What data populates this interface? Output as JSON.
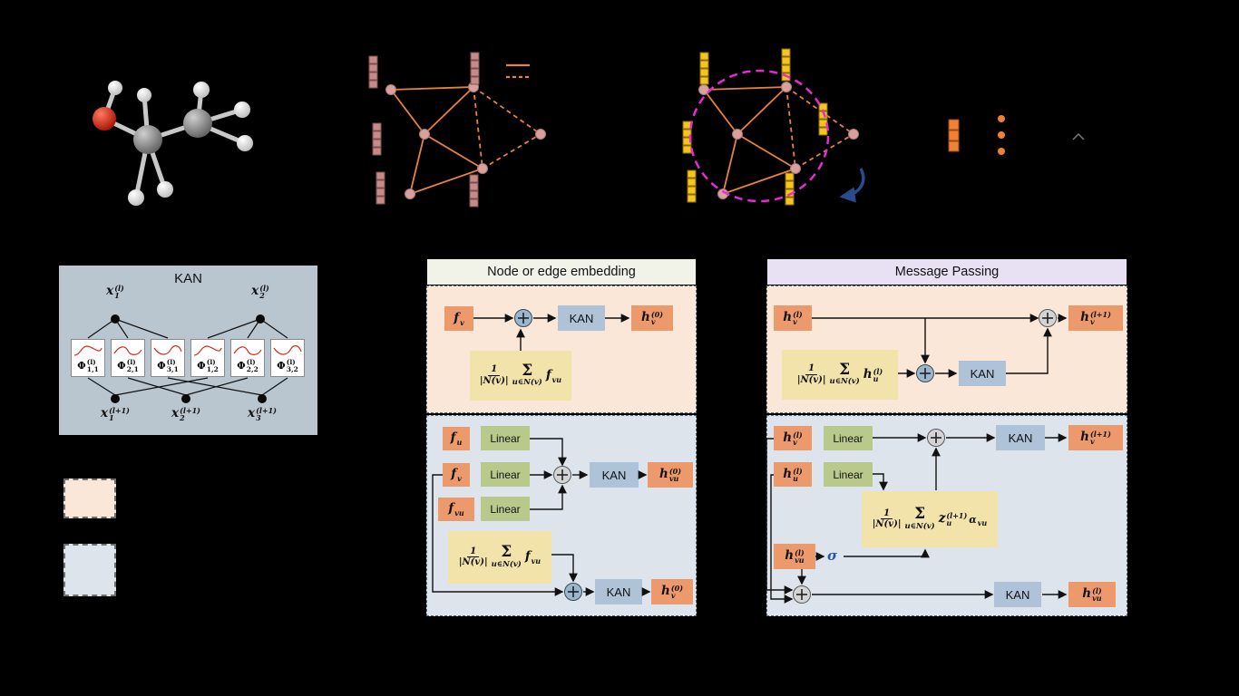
{
  "figure": {
    "background": "#000000"
  },
  "molecule": {
    "name": "ethanol-ball-stick-model"
  },
  "graphs": {
    "node_color": "#d9a19e",
    "edge_color": "#e8823c",
    "feature_bar_pink": "#c58b8b",
    "feature_bar_yellow": "#f6c51d",
    "feature_bar_orange": "#f08033",
    "highlight_magenta": "#e62ad4"
  },
  "ops": {
    "sum": "Σ"
  },
  "kan_panel": {
    "title": "KAN",
    "inputs": [
      {
        "base": "x",
        "sub": "1",
        "sup": "(l)"
      },
      {
        "base": "x",
        "sub": "2",
        "sup": "(l)"
      }
    ],
    "phi_boxes": [
      {
        "base": "Φ",
        "sub": "1,1",
        "sup": "(l)"
      },
      {
        "base": "Φ",
        "sub": "2,1",
        "sup": "(l)"
      },
      {
        "base": "Φ",
        "sub": "3,1",
        "sup": "(l)"
      },
      {
        "base": "Φ",
        "sub": "1,2",
        "sup": "(l)"
      },
      {
        "base": "Φ",
        "sub": "2,2",
        "sup": "(l)"
      },
      {
        "base": "Φ",
        "sub": "3,2",
        "sup": "(l)"
      }
    ],
    "outputs": [
      {
        "base": "x",
        "sub": "1",
        "sup": "(l+1)"
      },
      {
        "base": "x",
        "sub": "2",
        "sup": "(l+1)"
      },
      {
        "base": "x",
        "sub": "3",
        "sup": "(l+1)"
      }
    ]
  },
  "embedding": {
    "title": "Node or edge embedding",
    "node": {
      "input": {
        "base": "f",
        "sub": "v",
        "sup": ""
      },
      "kan": "KAN",
      "output": {
        "base": "h",
        "sub": "v",
        "sup": "(0)"
      },
      "agg": {
        "num": "1",
        "den": "|N(v)|",
        "under": "u∈N(v)",
        "arg": {
          "base": "f",
          "sub": "vu",
          "sup": ""
        }
      }
    },
    "edge": {
      "input_u": {
        "base": "f",
        "sub": "u",
        "sup": ""
      },
      "input_v": {
        "base": "f",
        "sub": "v",
        "sup": ""
      },
      "input_vu": {
        "base": "f",
        "sub": "vu",
        "sup": ""
      },
      "linear": "Linear",
      "kan_edge": "KAN",
      "output_edge": {
        "base": "h",
        "sub": "vu",
        "sup": "(0)"
      },
      "agg": {
        "num": "1",
        "den": "|N(v)|",
        "under": "u∈N(v)",
        "arg": {
          "base": "f",
          "sub": "vu",
          "sup": ""
        }
      },
      "kan_node": "KAN",
      "output_node": {
        "base": "h",
        "sub": "v",
        "sup": "(0)"
      }
    }
  },
  "message_passing": {
    "title": "Message Passing",
    "node": {
      "input": {
        "base": "h",
        "sub": "v",
        "sup": "(l)"
      },
      "agg": {
        "num": "1",
        "den": "|N(v)|",
        "under": "u∈N(v)",
        "arg": {
          "base": "h",
          "sub": "u",
          "sup": "(l)"
        }
      },
      "kan": "KAN",
      "output": {
        "base": "h",
        "sub": "v",
        "sup": "(l+1)"
      }
    },
    "edge": {
      "input_v": {
        "base": "h",
        "sub": "v",
        "sup": "(l)"
      },
      "input_u": {
        "base": "h",
        "sub": "u",
        "sup": "(l)"
      },
      "input_vu": {
        "base": "h",
        "sub": "vu",
        "sup": "(l)"
      },
      "linear": "Linear",
      "sigma": "σ",
      "agg": {
        "num": "1",
        "den": "|N(v)|",
        "under": "u∈N(v)",
        "arg": {
          "base": "z",
          "sub": "u",
          "sup": "(l+1)"
        },
        "arg2": {
          "base": "α",
          "sub": "vu",
          "sup": ""
        }
      },
      "kan_node": "KAN",
      "output_node": {
        "base": "h",
        "sub": "v",
        "sup": "(l+1)"
      },
      "kan_edge": "KAN",
      "output_edge": {
        "base": "h",
        "sub": "vu",
        "sup": "(l)"
      }
    }
  }
}
